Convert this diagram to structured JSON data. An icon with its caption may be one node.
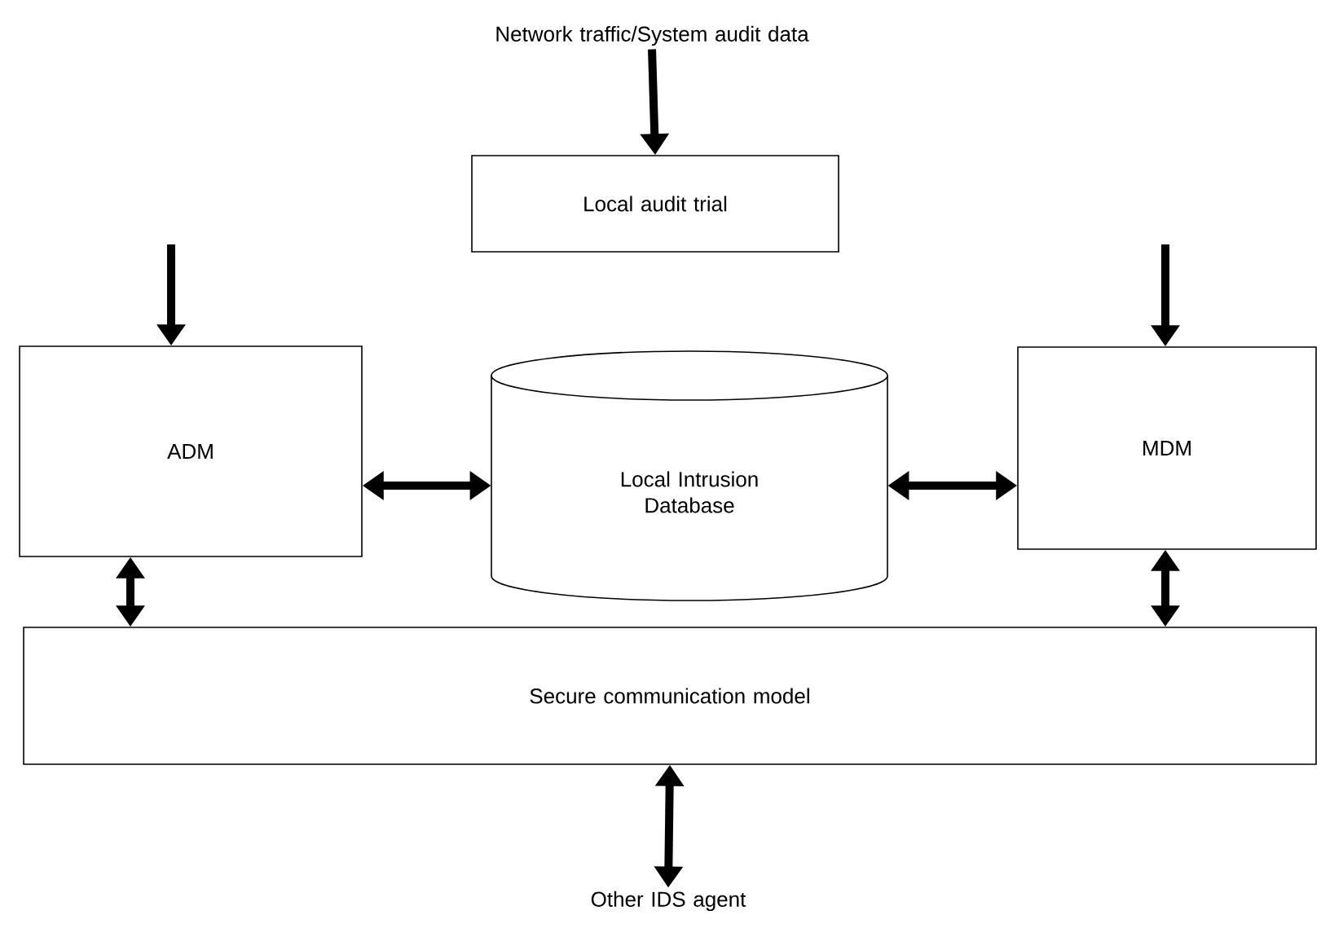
{
  "diagram": {
    "nodes": [
      {
        "text": [
          "Network traffic/System audit data"
        ]
      },
      {
        "text": [
          "Local audit trial"
        ]
      },
      {
        "text": [
          "ADM"
        ]
      },
      {
        "text": [
          "Local Intrusion Database"
        ]
      },
      {
        "text": [
          "MDM"
        ]
      },
      {
        "text": [
          "Secure communication model"
        ]
      },
      {
        "text": [
          "Other IDS agent"
        ]
      }
    ],
    "edges": [
      {
        "from": 0,
        "to": 1,
        "arrow": "to"
      },
      {
        "from": null,
        "to": 2,
        "arrow": "to"
      },
      {
        "from": null,
        "to": 4,
        "arrow": "to"
      },
      {
        "from": 2,
        "to": 3,
        "arrow": "both"
      },
      {
        "from": 3,
        "to": 4,
        "arrow": "both"
      },
      {
        "from": 2,
        "to": 5,
        "arrow": "both"
      },
      {
        "from": 4,
        "to": 5,
        "arrow": "both"
      },
      {
        "from": 5,
        "to": 6,
        "arrow": "both"
      }
    ]
  }
}
